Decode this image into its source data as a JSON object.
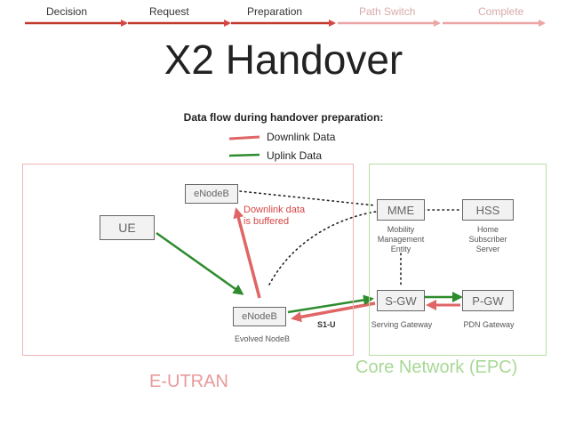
{
  "steps": [
    {
      "label": "Decision"
    },
    {
      "label": "Request"
    },
    {
      "label": "Preparation"
    },
    {
      "label": "Path Switch"
    },
    {
      "label": "Complete"
    }
  ],
  "title": "X2 Handover",
  "subtitle": "Data flow during handover preparation:",
  "legend": {
    "downlink": "Downlink Data",
    "uplink": "Uplink Data"
  },
  "regions": {
    "eutran": "E-UTRAN",
    "core": "Core Network (EPC)"
  },
  "nodes": {
    "enodeb_source": "eNodeB",
    "ue": "UE",
    "enodeb_target": "eNodeB",
    "enodeb_target_caption": "Evolved NodeB",
    "mme": "MME",
    "mme_caption_1": "Mobility",
    "mme_caption_2": "Management",
    "mme_caption_3": "Entity",
    "hss": "HSS",
    "hss_caption_1": "Home",
    "hss_caption_2": "Subscriber",
    "hss_caption_3": "Server",
    "sgw": "S-GW",
    "sgw_caption": "Serving Gateway",
    "pgw": "P-GW",
    "pgw_caption": "PDN Gateway"
  },
  "notes": {
    "buffered_1": "Downlink data",
    "buffered_2": "is buffered",
    "s1u": "S1-U"
  },
  "colors": {
    "downlink": "#e06666",
    "uplink": "#2e8b2e",
    "step_active": "#c0392b",
    "step_inactive": "#e8a8a8",
    "eutran_border": "#efb3b3",
    "core_border": "#b6e0a4"
  }
}
